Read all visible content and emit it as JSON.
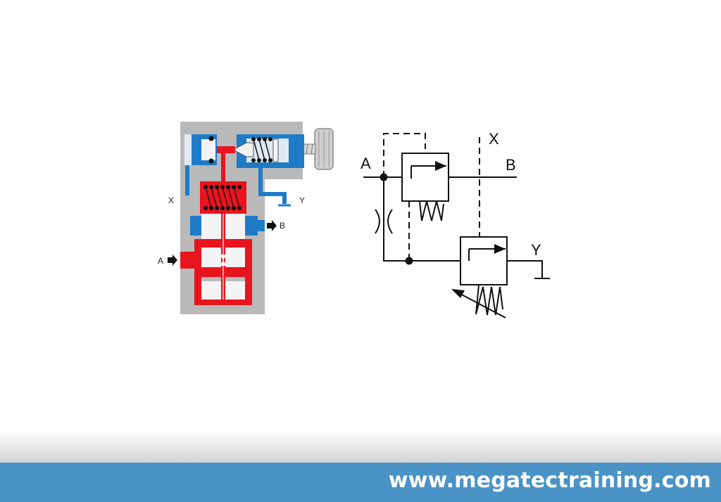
{
  "cutaway": {
    "port_x": "X",
    "port_y": "Y",
    "port_a": "A",
    "port_b": "B"
  },
  "symbol": {
    "port_a": "A",
    "port_b": "B",
    "port_x": "X",
    "port_y": "Y"
  },
  "footer": {
    "url": "www.megatectraining.com"
  },
  "colors": {
    "body": "#b9b9b9",
    "pressure": "#e8141e",
    "pilot": "#1e7bc8",
    "footer": "#4a93c6"
  }
}
